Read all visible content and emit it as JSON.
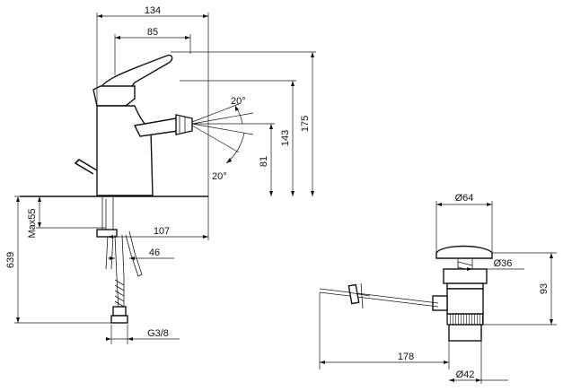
{
  "dimensions": {
    "overall_length": "134",
    "handle_length": "85",
    "angle_up": "20°",
    "angle_down": "20°",
    "total_height": "175",
    "spout_top_height": "143",
    "spout_height": "81",
    "max_deck": "Max55",
    "spout_reach": "107",
    "shank_offset": "46",
    "flex_hose_length": "639",
    "thread": "G3/8",
    "waste_cap_diameter": "Ø64",
    "waste_stem_diameter": "Ø36",
    "waste_height": "93",
    "rod_length": "178",
    "waste_body_diameter": "Ø42"
  },
  "colors": {
    "line": "#111111",
    "background": "#ffffff"
  }
}
